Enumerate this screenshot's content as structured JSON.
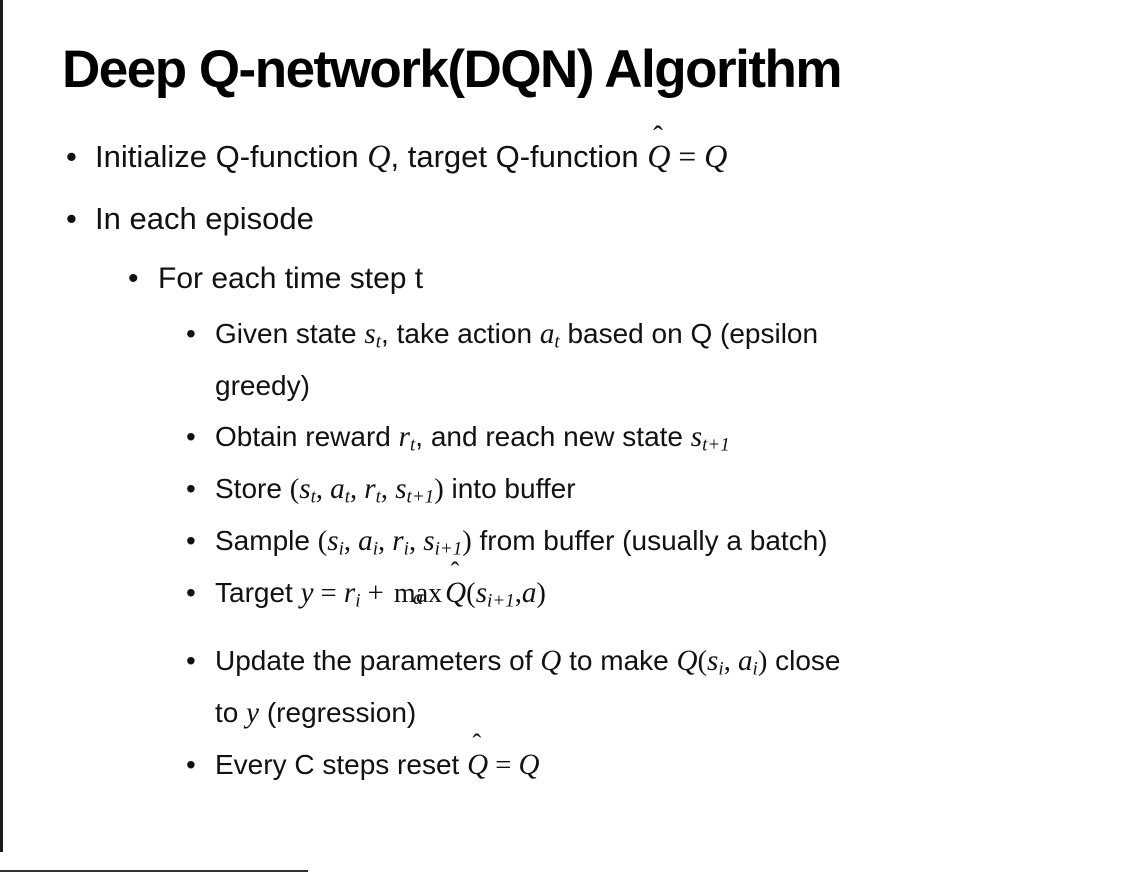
{
  "slide": {
    "title": "Deep Q-network(DQN) Algorithm",
    "bullet_char": "•",
    "hat_char": "ˆ",
    "text_color": "#111111",
    "background_color": "#ffffff",
    "bullets": [
      {
        "level": 1,
        "segments": [
          {
            "t": "Initialize Q-function "
          },
          {
            "m": "Q"
          },
          {
            "t": ", target Q-function "
          },
          {
            "m": "Q",
            "hat": true
          },
          {
            "o": " = "
          },
          {
            "m": "Q"
          }
        ]
      },
      {
        "level": 1,
        "segments": [
          {
            "t": "In each episode"
          }
        ]
      },
      {
        "level": 2,
        "segments": [
          {
            "t": "For each time step t"
          }
        ]
      },
      {
        "level": 3,
        "segments": [
          {
            "t": "Given state "
          },
          {
            "m": "s",
            "sub": "t"
          },
          {
            "t": ", take action "
          },
          {
            "m": "a",
            "sub": "t"
          },
          {
            "t": " based on Q (epsilon"
          },
          {
            "br": true
          },
          {
            "t": "greedy)"
          }
        ]
      },
      {
        "level": 3,
        "segments": [
          {
            "t": "Obtain reward "
          },
          {
            "m": "r",
            "sub": "t"
          },
          {
            "t": ", and reach new state "
          },
          {
            "m": "s",
            "sub": "t+1"
          }
        ]
      },
      {
        "level": 3,
        "segments": [
          {
            "t": "Store "
          },
          {
            "o": "("
          },
          {
            "m": "s",
            "sub": "t"
          },
          {
            "o": ", "
          },
          {
            "m": "a",
            "sub": "t"
          },
          {
            "o": ", "
          },
          {
            "m": "r",
            "sub": "t"
          },
          {
            "o": ", "
          },
          {
            "m": "s",
            "sub": "t+1"
          },
          {
            "o": ")"
          },
          {
            "t": " into buffer"
          }
        ]
      },
      {
        "level": 3,
        "segments": [
          {
            "t": "Sample "
          },
          {
            "o": "("
          },
          {
            "m": "s",
            "sub": "i"
          },
          {
            "o": ", "
          },
          {
            "m": "a",
            "sub": "i"
          },
          {
            "o": ", "
          },
          {
            "m": "r",
            "sub": "i"
          },
          {
            "o": ", "
          },
          {
            "m": "s",
            "sub": "i+1"
          },
          {
            "o": ")"
          },
          {
            "t": " from buffer (usually a batch)"
          }
        ]
      },
      {
        "level": 3,
        "segments": [
          {
            "t": "Target "
          },
          {
            "m": "y"
          },
          {
            "o": " = "
          },
          {
            "m": "r",
            "sub": "i"
          },
          {
            "o": " + "
          },
          {
            "mx": "max",
            "under": "a"
          },
          {
            "m": "Q",
            "hat": true
          },
          {
            "o": "("
          },
          {
            "m": "s",
            "sub": "i+1"
          },
          {
            "o": ","
          },
          {
            "m": "a"
          },
          {
            "o": ")"
          }
        ]
      },
      {
        "level": 3,
        "segments": [
          {
            "t": "Update the parameters of "
          },
          {
            "m": "Q"
          },
          {
            "t": " to make "
          },
          {
            "m": "Q"
          },
          {
            "o": "("
          },
          {
            "m": "s",
            "sub": "i"
          },
          {
            "o": ", "
          },
          {
            "m": "a",
            "sub": "i"
          },
          {
            "o": ")"
          },
          {
            "t": " close"
          },
          {
            "br": true
          },
          {
            "t": "to "
          },
          {
            "m": "y"
          },
          {
            "t": " (regression)"
          }
        ]
      },
      {
        "level": 3,
        "segments": [
          {
            "t": "Every C steps reset "
          },
          {
            "m": "Q",
            "hat": true
          },
          {
            "o": " = "
          },
          {
            "m": "Q"
          }
        ]
      }
    ]
  }
}
